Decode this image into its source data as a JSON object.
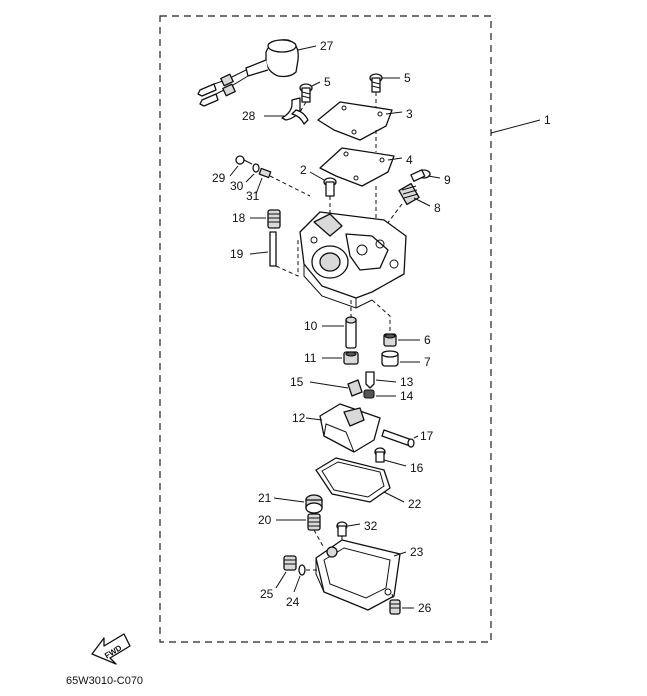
{
  "diagram": {
    "drawing_code": "65W3010-C070",
    "fwd_label": "FWD",
    "callouts": [
      "1",
      "2",
      "3",
      "4",
      "5",
      "5",
      "6",
      "7",
      "8",
      "9",
      "10",
      "11",
      "12",
      "13",
      "14",
      "15",
      "16",
      "17",
      "18",
      "19",
      "20",
      "21",
      "22",
      "23",
      "24",
      "25",
      "26",
      "27",
      "28",
      "29",
      "30",
      "31",
      "32"
    ]
  }
}
